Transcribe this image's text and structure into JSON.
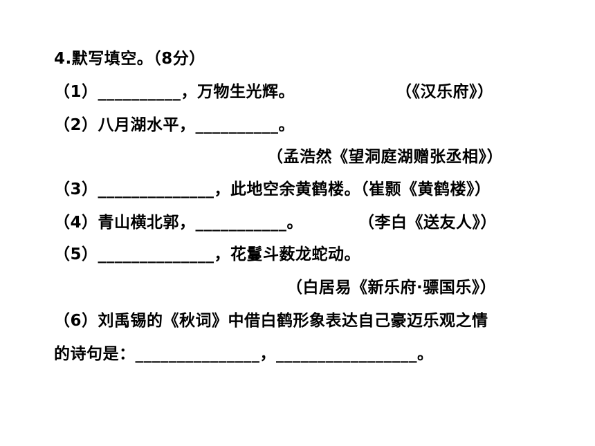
{
  "question": {
    "title": "4.默写填空。（8分）",
    "items": [
      {
        "text": "（1）__________，万物生光辉。",
        "source": "（《汉乐府》）"
      },
      {
        "text": "（2）八月湖水平，__________。"
      },
      {
        "source": "（孟浩然《望洞庭湖赠张丞相》）"
      },
      {
        "text": "（3）______________，此地空余黄鹤楼。（崔颢《黄鹤楼》）"
      },
      {
        "text": "（4）青山横北郭，___________。",
        "source": "（李白《送友人》）"
      },
      {
        "text": "（5）______________，花鬘斗薮龙蛇动。"
      },
      {
        "source": "（白居易《新乐府·骠国乐》）"
      },
      {
        "text": "（6）刘禹锡的《秋词》中借白鹤形象表达自己豪迈乐观之情"
      },
      {
        "text": "的诗句是：_______________，_________________。"
      }
    ]
  }
}
